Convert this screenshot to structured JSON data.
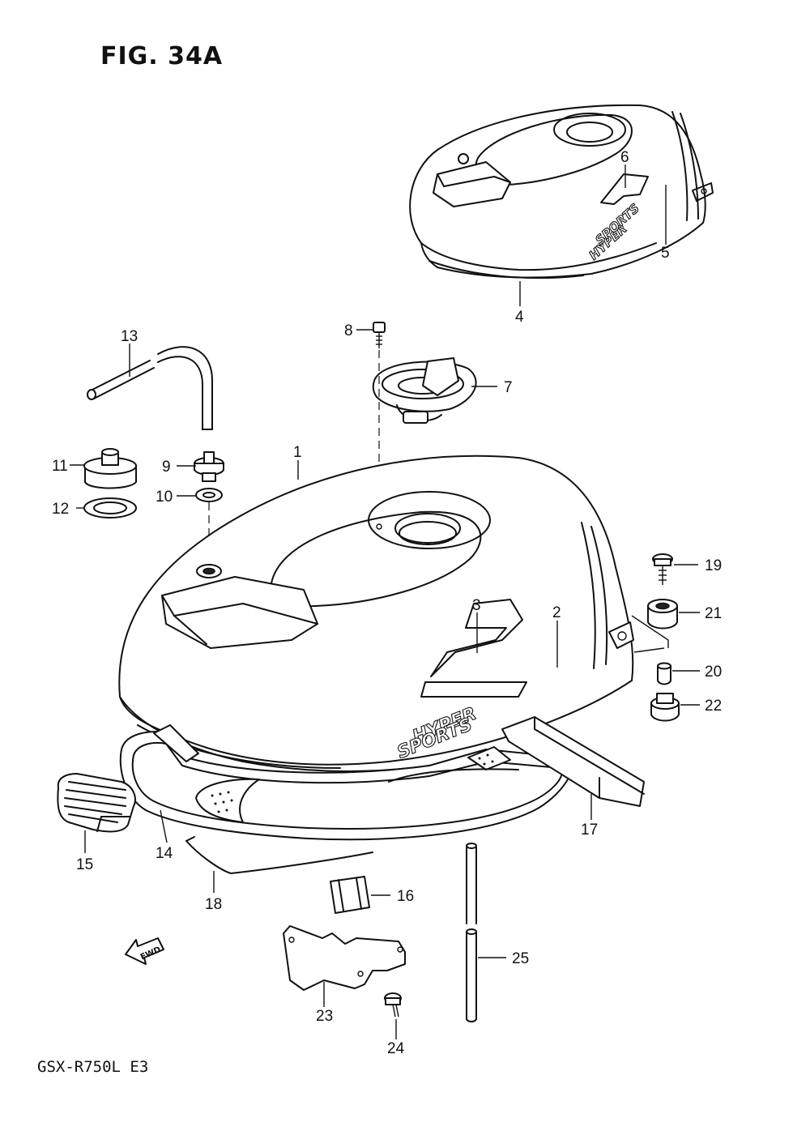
{
  "figure": {
    "title": "FIG. 34A",
    "model_code": "GSX-R750L  E3",
    "fwd_marker": "FWD",
    "tank_emblem_text": [
      "HYPER",
      "SPORTS"
    ]
  },
  "callouts": [
    {
      "id": "c1",
      "label": "1"
    },
    {
      "id": "c2",
      "label": "2"
    },
    {
      "id": "c3",
      "label": "3"
    },
    {
      "id": "c4",
      "label": "4"
    },
    {
      "id": "c5",
      "label": "5"
    },
    {
      "id": "c6",
      "label": "6"
    },
    {
      "id": "c7",
      "label": "7"
    },
    {
      "id": "c8",
      "label": "8"
    },
    {
      "id": "c9",
      "label": "9"
    },
    {
      "id": "c10",
      "label": "10"
    },
    {
      "id": "c11",
      "label": "11"
    },
    {
      "id": "c12",
      "label": "12"
    },
    {
      "id": "c13",
      "label": "13"
    },
    {
      "id": "c14",
      "label": "14"
    },
    {
      "id": "c15",
      "label": "15"
    },
    {
      "id": "c16",
      "label": "16"
    },
    {
      "id": "c17",
      "label": "17"
    },
    {
      "id": "c18",
      "label": "18"
    },
    {
      "id": "c19",
      "label": "19"
    },
    {
      "id": "c20",
      "label": "20"
    },
    {
      "id": "c21",
      "label": "21"
    },
    {
      "id": "c22",
      "label": "22"
    },
    {
      "id": "c23",
      "label": "23"
    },
    {
      "id": "c24",
      "label": "24"
    },
    {
      "id": "c25",
      "label": "25"
    }
  ]
}
